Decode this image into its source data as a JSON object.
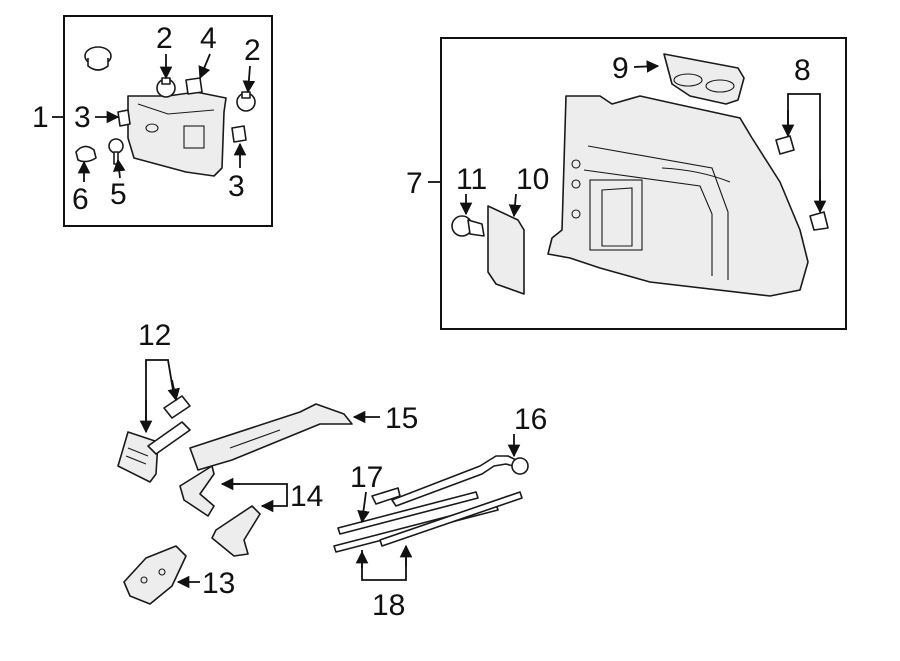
{
  "callouts": {
    "c1": "1",
    "c2a": "2",
    "c2b": "2",
    "c3a": "3",
    "c3b": "3",
    "c4": "4",
    "c5": "5",
    "c6": "6",
    "c7": "7",
    "c8": "8",
    "c9": "9",
    "c10": "10",
    "c11": "11",
    "c12": "12",
    "c13": "13",
    "c14": "14",
    "c15": "15",
    "c16": "16",
    "c17": "17",
    "c18": "18"
  },
  "colors": {
    "line": "#111111",
    "part_fill": "#ededed",
    "background": "#ffffff"
  }
}
